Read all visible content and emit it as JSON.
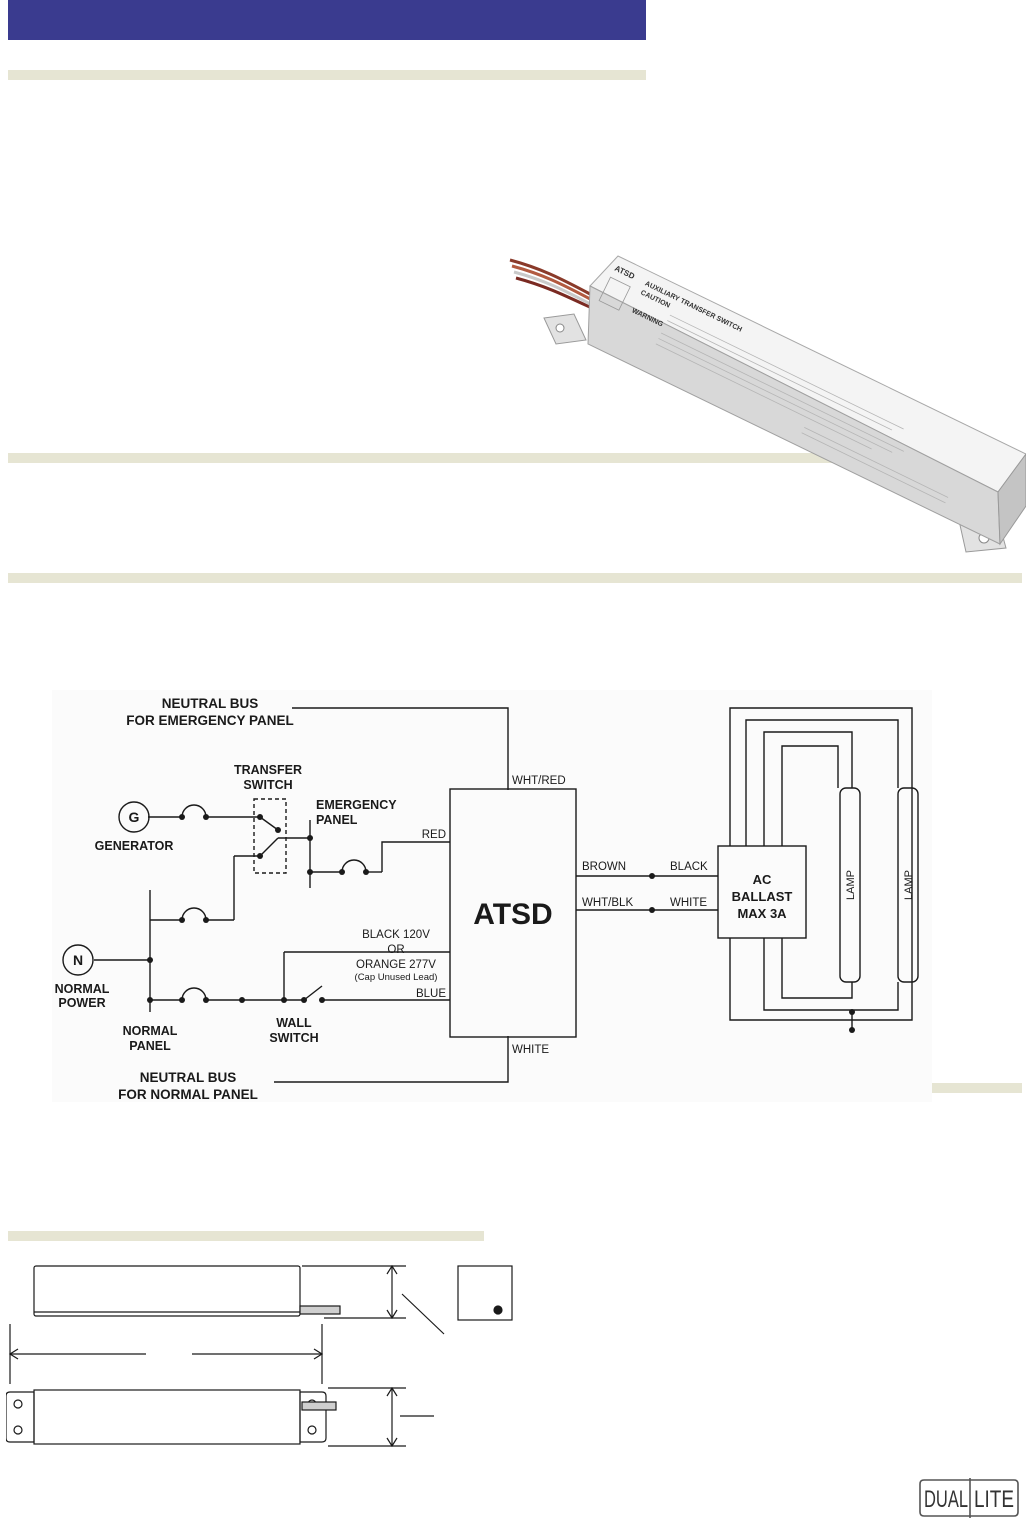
{
  "product": {
    "printed_label": {
      "brand": "ATSD",
      "title": "AUXILIARY TRANSFER SWITCH",
      "caution": "CAUTION",
      "warning": "WARNING"
    }
  },
  "wiring_diagram": {
    "neutral_bus_emergency": [
      "NEUTRAL BUS",
      "FOR EMERGENCY PANEL"
    ],
    "neutral_bus_normal": [
      "NEUTRAL BUS",
      "FOR NORMAL PANEL"
    ],
    "transfer_switch": [
      "TRANSFER",
      "SWITCH"
    ],
    "emergency_panel": [
      "EMERGENCY",
      "PANEL"
    ],
    "generator_symbol": "G",
    "generator": "GENERATOR",
    "normal_power_symbol": "N",
    "normal_power": [
      "NORMAL",
      "POWER"
    ],
    "normal_panel": [
      "NORMAL",
      "PANEL"
    ],
    "wall_switch": [
      "WALL",
      "SWITCH"
    ],
    "device": "ATSD",
    "wires": {
      "wht_red": "WHT/RED",
      "red": "RED",
      "black_120": "BLACK 120V",
      "or": "OR",
      "orange_277": "ORANGE 277V",
      "cap_note": "(Cap Unused Lead)",
      "blue": "BLUE",
      "white_bottom": "WHITE",
      "brown": "BROWN",
      "wht_blk": "WHT/BLK",
      "black": "BLACK",
      "white": "WHITE"
    },
    "ballast": [
      "AC",
      "BALLAST",
      "MAX 3A"
    ],
    "lamp_1": "LAMP",
    "lamp_2": "LAMP"
  },
  "logo": {
    "left": "DUAL",
    "right": "LITE"
  },
  "colors": {
    "header": "#3a3b8f",
    "rule": "#e6e5d3",
    "ink": "#1a1a1a"
  }
}
